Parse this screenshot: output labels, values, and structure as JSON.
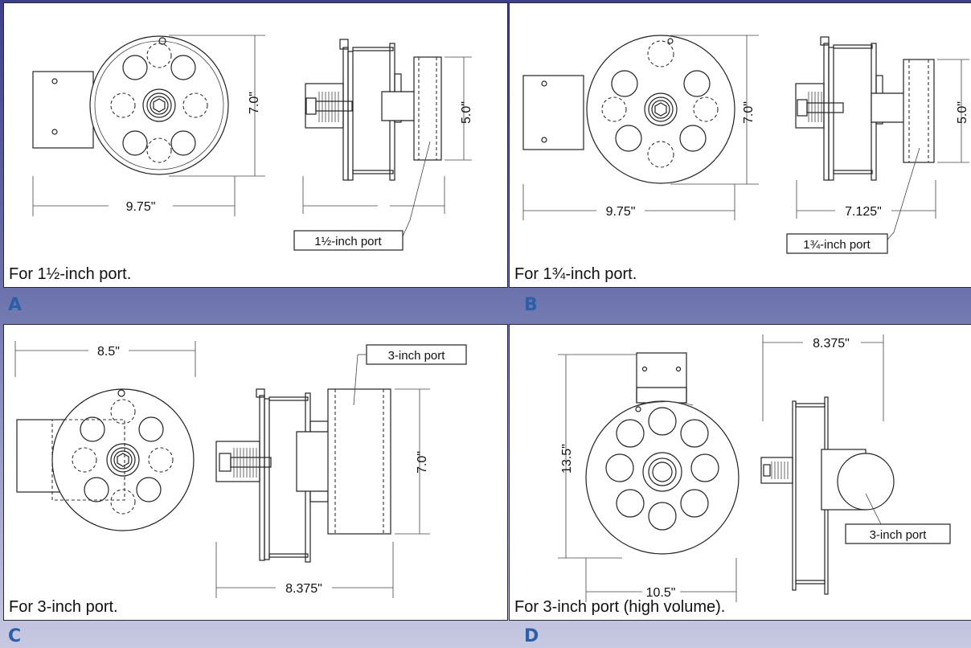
{
  "panels": [
    {
      "letter": "A",
      "caption": "For 1½-inch port.",
      "port_label": "1½-inch port",
      "height_dim": "7.0\"",
      "width_dim": "9.75\"",
      "port_dim": "5.0\""
    },
    {
      "letter": "B",
      "caption": "For 1¾-inch port.",
      "port_label": "1¾-inch port",
      "height_dim": "7.0\"",
      "width_dim": "9.75\"",
      "port_dim": "5.0\"",
      "depth_dim": "7.125\""
    },
    {
      "letter": "C",
      "caption": "For 3-inch port.",
      "port_label": "3-inch port",
      "width_dim": "8.5\"",
      "port_dim": "7.0\"",
      "depth_dim": "8.375\""
    },
    {
      "letter": "D",
      "caption": "For 3-inch port (high volume).",
      "port_label": "3-inch port",
      "height_dim": "13.5\"",
      "width_dim": "10.5\"",
      "depth_dim": "8.375\""
    }
  ],
  "colors": {
    "letter": "#2c5fa8",
    "background_top": "#3f3f8e",
    "background_bottom": "#c7c9e2"
  }
}
